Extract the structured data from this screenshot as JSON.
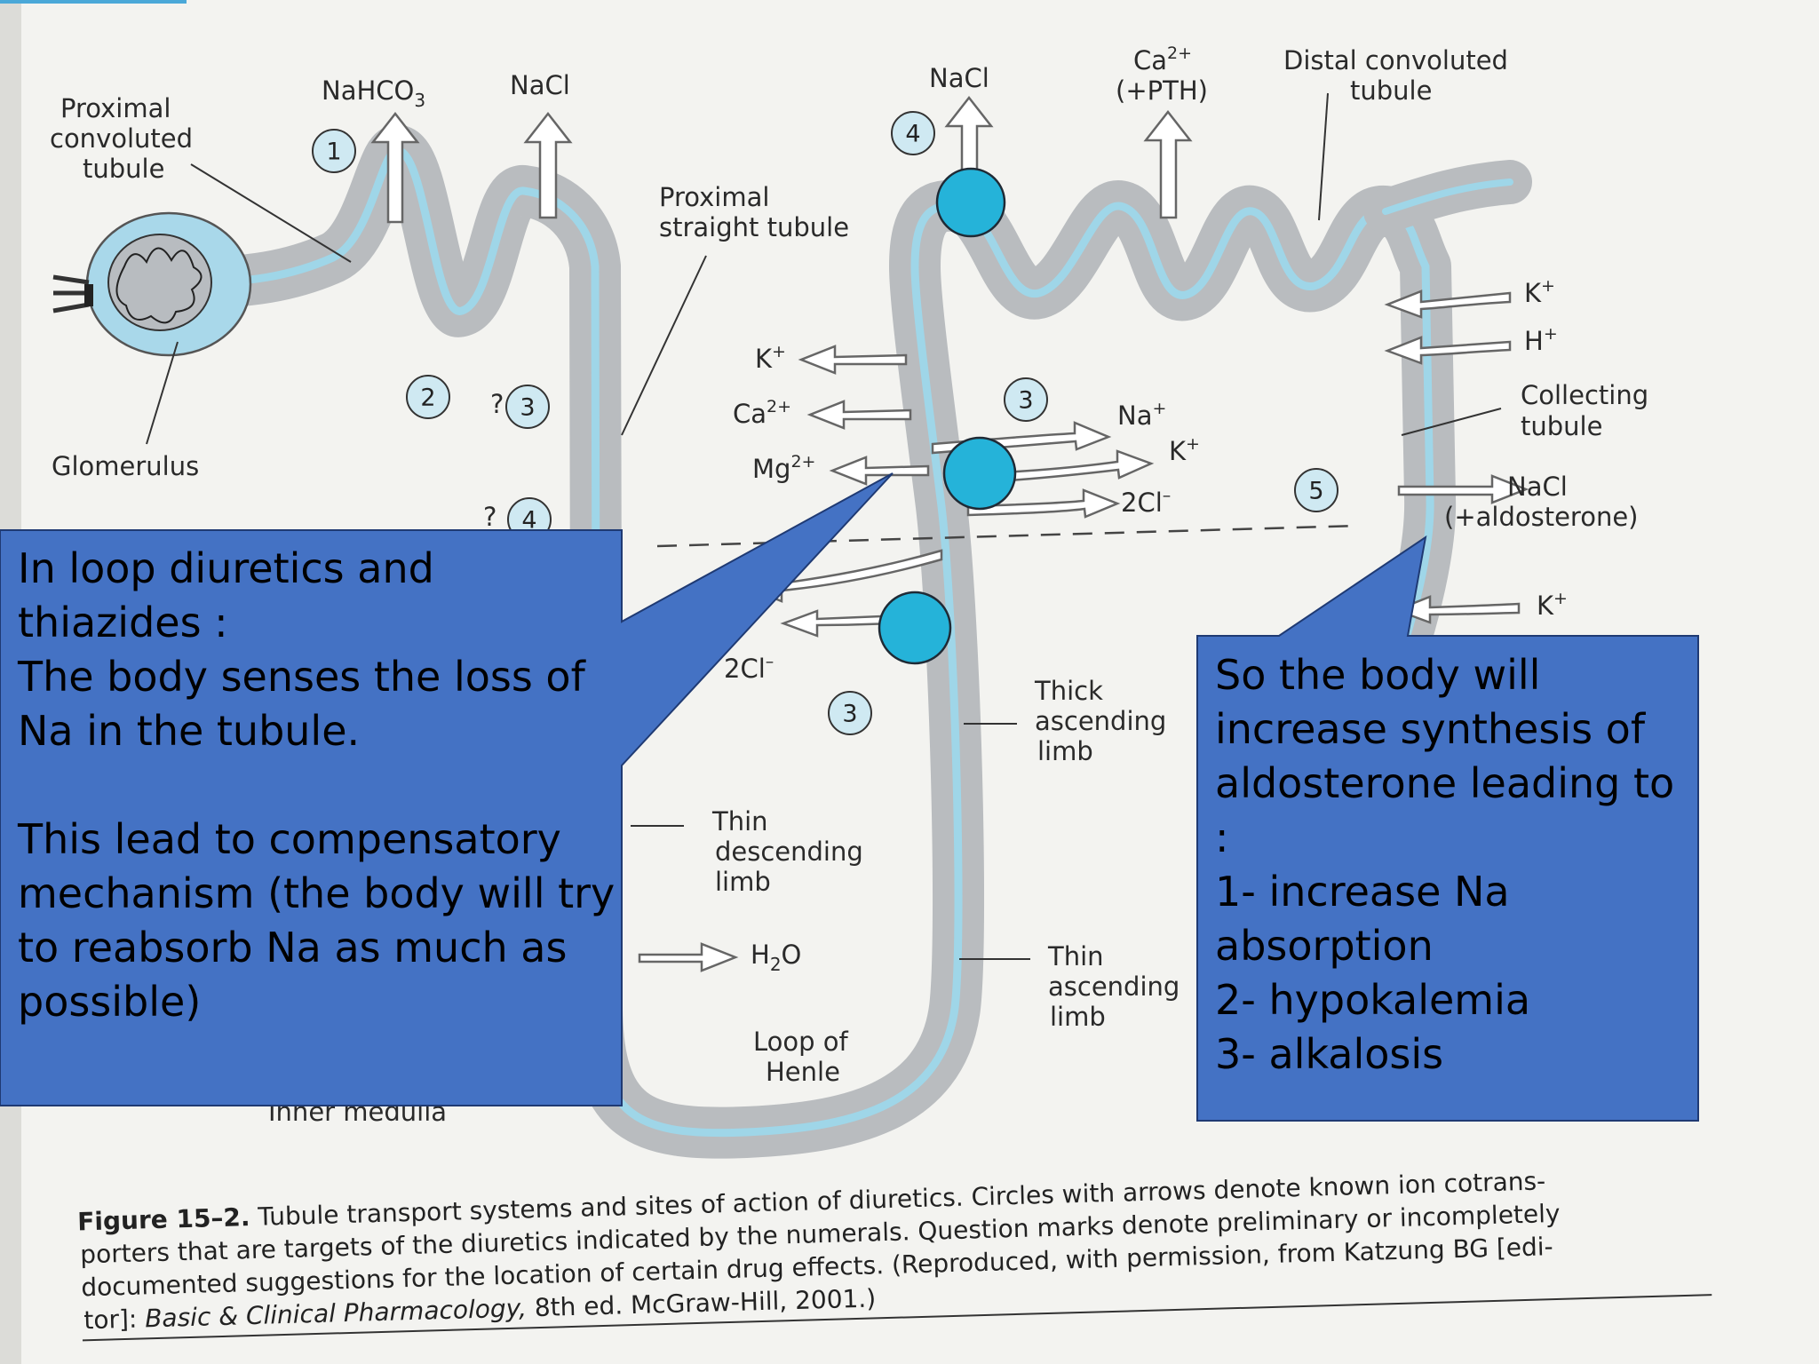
{
  "diagram": {
    "labels": {
      "pct": "Proximal\nconvoluted\ntubule",
      "nahco3": "NaHCO",
      "nahco3_sub": "3",
      "nacl_left": "NaCl",
      "nacl_top": "NaCl",
      "ca_top": "Ca",
      "ca_top_sup": "2+",
      "pth": "(+PTH)",
      "dct": "Distal convoluted\ntubule",
      "pst": "Proximal\nstraight tubule",
      "glomerulus": "Glomerulus",
      "k_loop": "K",
      "k_loop_sup": "+",
      "ca_loop": "Ca",
      "ca_loop_sup": "2+",
      "mg_loop": "Mg",
      "mg_loop_sup": "2+",
      "na_out": "Na",
      "na_out_sup": "+",
      "k_out": "K",
      "k_out_sup": "+",
      "cl_out": "2Cl",
      "cl_out_sup": "–",
      "cl_lower": "2Cl",
      "cl_lower_sup": "–",
      "k_ct1": "K",
      "k_ct1_sup": "+",
      "h_ct": "H",
      "h_ct_sup": "+",
      "ct": "Collecting\ntubule",
      "nacl_ct": "NaCl",
      "aldo": "(+aldosterone)",
      "k_ct2": "K",
      "k_ct2_sup": "+",
      "thick": "Thick\nascending\nlimb",
      "thin_desc": "Thin\ndescending\nlimb",
      "h2o": "H",
      "h2o_sub": "2",
      "h2o_o": "O",
      "thin_asc": "Thin\nascending\nlimb",
      "henle": "Loop of\nHenle",
      "inner_medulla": "Inner medulla",
      "q1": "?",
      "q2": "?"
    },
    "markers": [
      "1",
      "2",
      "3",
      "4",
      "3",
      "3",
      "5",
      "4"
    ]
  },
  "caption": {
    "figure_no": "Figure 15–2.",
    "line1": " Tubule transport systems and sites of action of diuretics. Circles with arrows denote known ion cotrans-",
    "line2": "porters that are targets of the diuretics indicated by the numerals. Question marks denote preliminary or incompletely",
    "line3": "documented suggestions for the location of certain drug effects. (Reproduced, with permission, from Katzung BG [edi-",
    "line4_start": "tor]: ",
    "line4_italic": "Basic & Clinical Pharmacology,",
    "line4_end": " 8th ed. McGraw-Hill, 2001.)"
  },
  "callouts": {
    "left": "In loop diuretics and\nthiazides :\nThe body senses the loss of\nNa in the tubule.\n\nThis lead to compensatory\nmechanism (the body will try\nto reabsorb Na as much as\npossible)",
    "right": "So the body will\nincrease synthesis of\naldosterone leading to\n:\n1- increase Na\nabsorption\n2- hypokalemia\n3- alkalosis"
  },
  "colors": {
    "callout_fill": "#4472c4",
    "tubule_wall": "#b9bcbf",
    "lumen": "#9fd6e8",
    "transporter": "#25b3d9"
  }
}
